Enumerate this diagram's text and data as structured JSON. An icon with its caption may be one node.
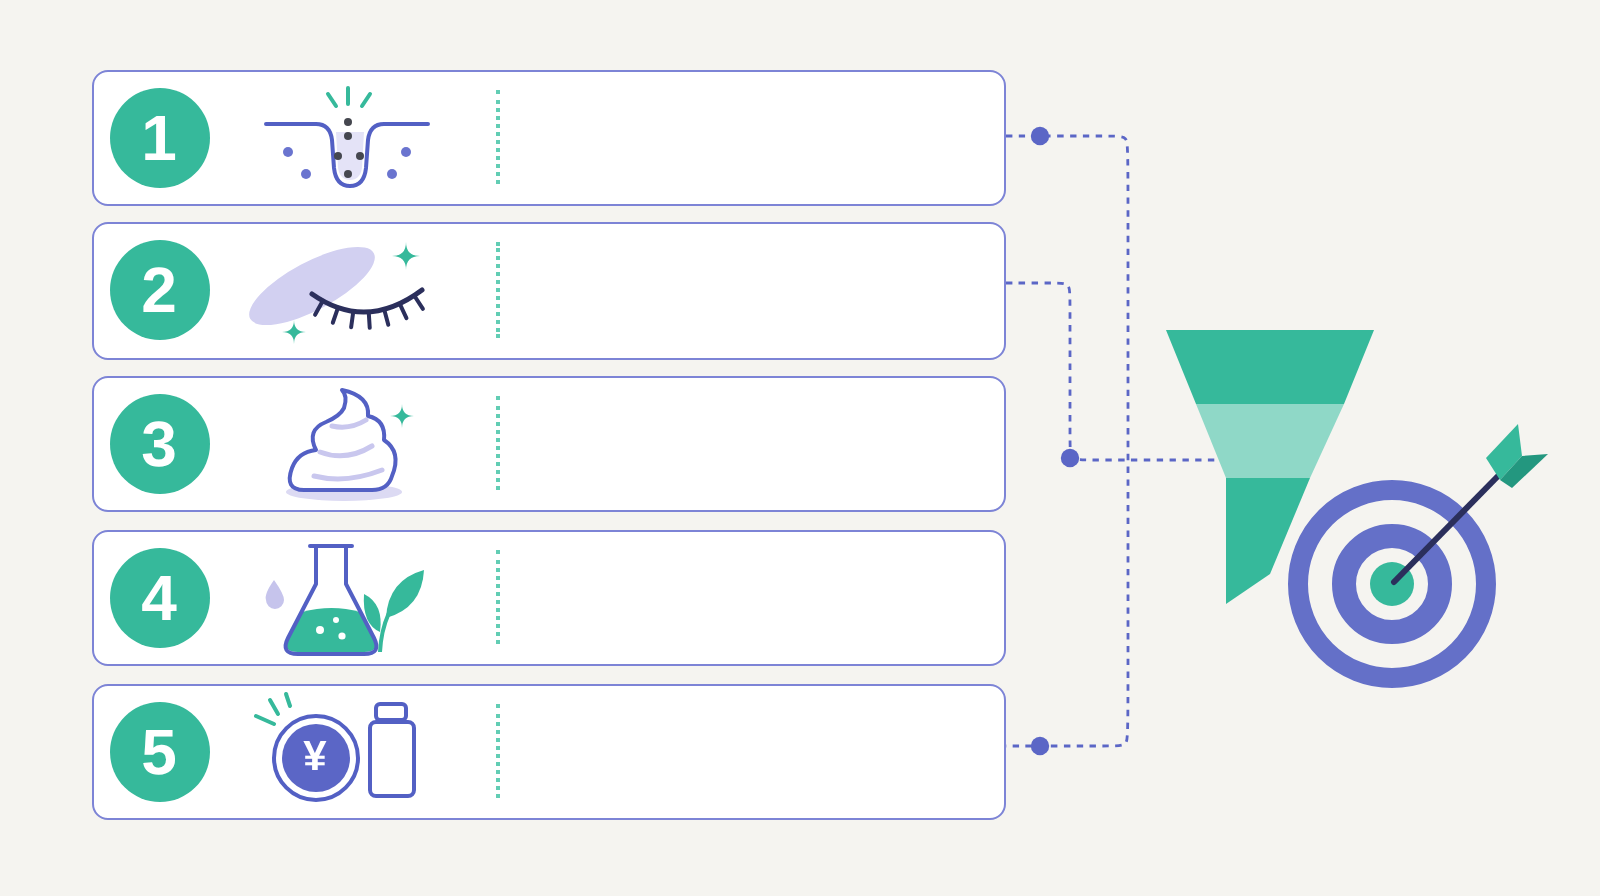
{
  "diagram": {
    "nodes": [
      {
        "text": [
          "1"
        ]
      },
      {
        "text": [
          "2"
        ]
      },
      {
        "text": [
          "3"
        ]
      },
      {
        "text": [
          "4"
        ]
      },
      {
        "text": [
          "5",
          "¥"
        ]
      },
      {
        "text": [],
        "shape": "funnel"
      }
    ],
    "edges": [
      {
        "from": 0,
        "to": 4,
        "arrow": "other",
        "style": "dashed"
      },
      {
        "from": 1,
        "to": 5,
        "arrow": "none",
        "style": "dashed"
      }
    ]
  }
}
